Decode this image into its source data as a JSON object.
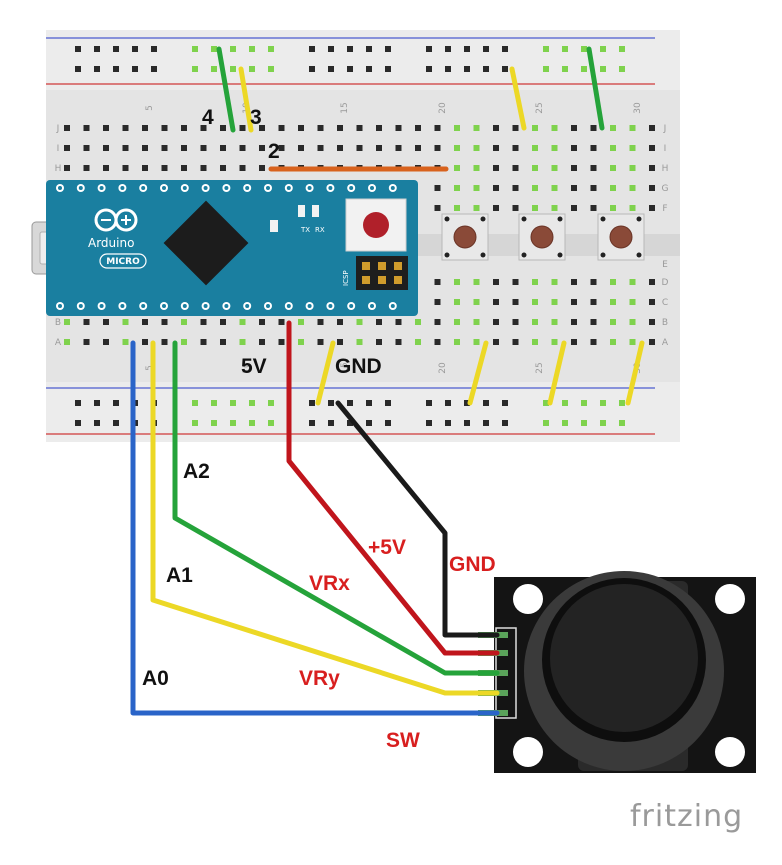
{
  "arduino": {
    "brand": "Arduino",
    "model": "MICRO",
    "tx": "TX",
    "rx": "RX",
    "icsp": "ICSP"
  },
  "breadboard": {
    "column_numbers": [
      "5",
      "10",
      "15",
      "20",
      "25",
      "30"
    ],
    "row_letters_top": [
      "J",
      "I",
      "H",
      "G",
      "F"
    ],
    "row_letters_bottom": [
      "E",
      "D",
      "C",
      "B",
      "A"
    ]
  },
  "labels": {
    "pin4": "4",
    "pin3": "3",
    "pin2": "2",
    "v5": "5V",
    "gnd": "GND",
    "a2": "A2",
    "a1": "A1",
    "a0": "A0",
    "plus5v": "+5V",
    "gnd_joy": "GND",
    "vrx": "VRx",
    "vry": "VRy",
    "sw": "SW"
  },
  "joystick": {
    "pins": [
      "GND",
      "+5V",
      "VRx",
      "VRy",
      "SW"
    ]
  },
  "watermark": "fritzing",
  "colors": {
    "board_teal": "#1a7fa0",
    "wire_red": "#c0151c",
    "wire_black": "#1a1a1a",
    "wire_green": "#25a33a",
    "wire_yellow": "#ecd826",
    "wire_blue": "#2a64c8",
    "wire_orange": "#d8621d",
    "label_red": "#d81f1f",
    "label_black": "#111111"
  }
}
